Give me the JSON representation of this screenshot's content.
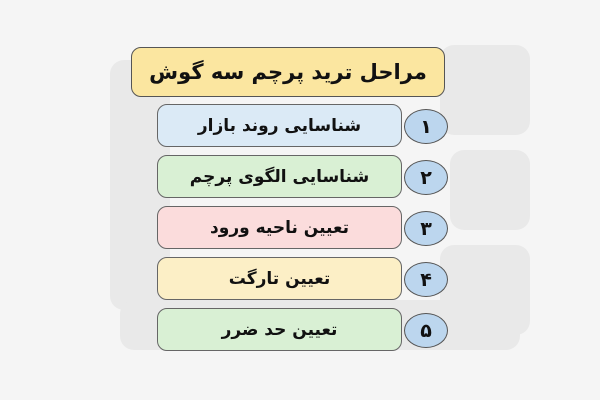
{
  "title": "مراحل ترید پرچم سه گوش",
  "steps": [
    {
      "number": "۱",
      "label": "شناسایی روند بازار",
      "color": "#dbeaf6"
    },
    {
      "number": "۲",
      "label": "شناسایی الگوی پرچم",
      "color": "#d9f0d4"
    },
    {
      "number": "۳",
      "label": "تعیین ناحیه ورود",
      "color": "#fbdcdc"
    },
    {
      "number": "۴",
      "label": "تعیین تارگت",
      "color": "#fcefc6"
    },
    {
      "number": "۵",
      "label": "تعیین حد ضرر",
      "color": "#d9f0d4"
    }
  ],
  "number_circle_color": "#bcd6ee"
}
